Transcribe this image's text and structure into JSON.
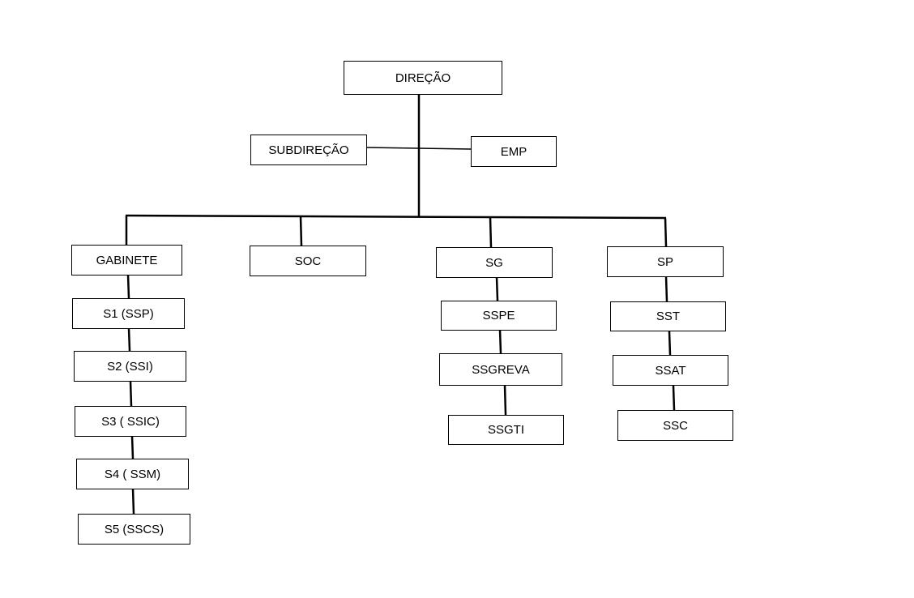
{
  "org_chart": {
    "root": {
      "label": "DIREÇÃO"
    },
    "staff": {
      "left": {
        "label": "SUBDIREÇÃO"
      },
      "right": {
        "label": "EMP"
      }
    },
    "branches": [
      {
        "label": "GABINETE",
        "children": [
          {
            "label": "S1 (SSP)"
          },
          {
            "label": "S2 (SSI)"
          },
          {
            "label": "S3 ( SSIC)"
          },
          {
            "label": "S4 ( SSM)"
          },
          {
            "label": "S5 (SSCS)"
          }
        ]
      },
      {
        "label": "SOC",
        "children": []
      },
      {
        "label": "SG",
        "children": [
          {
            "label": "SSPE"
          },
          {
            "label": "SSGREVA"
          },
          {
            "label": "SSGTI"
          }
        ]
      },
      {
        "label": "SP",
        "children": [
          {
            "label": "SST"
          },
          {
            "label": "SSAT"
          },
          {
            "label": "SSC"
          }
        ]
      }
    ]
  }
}
